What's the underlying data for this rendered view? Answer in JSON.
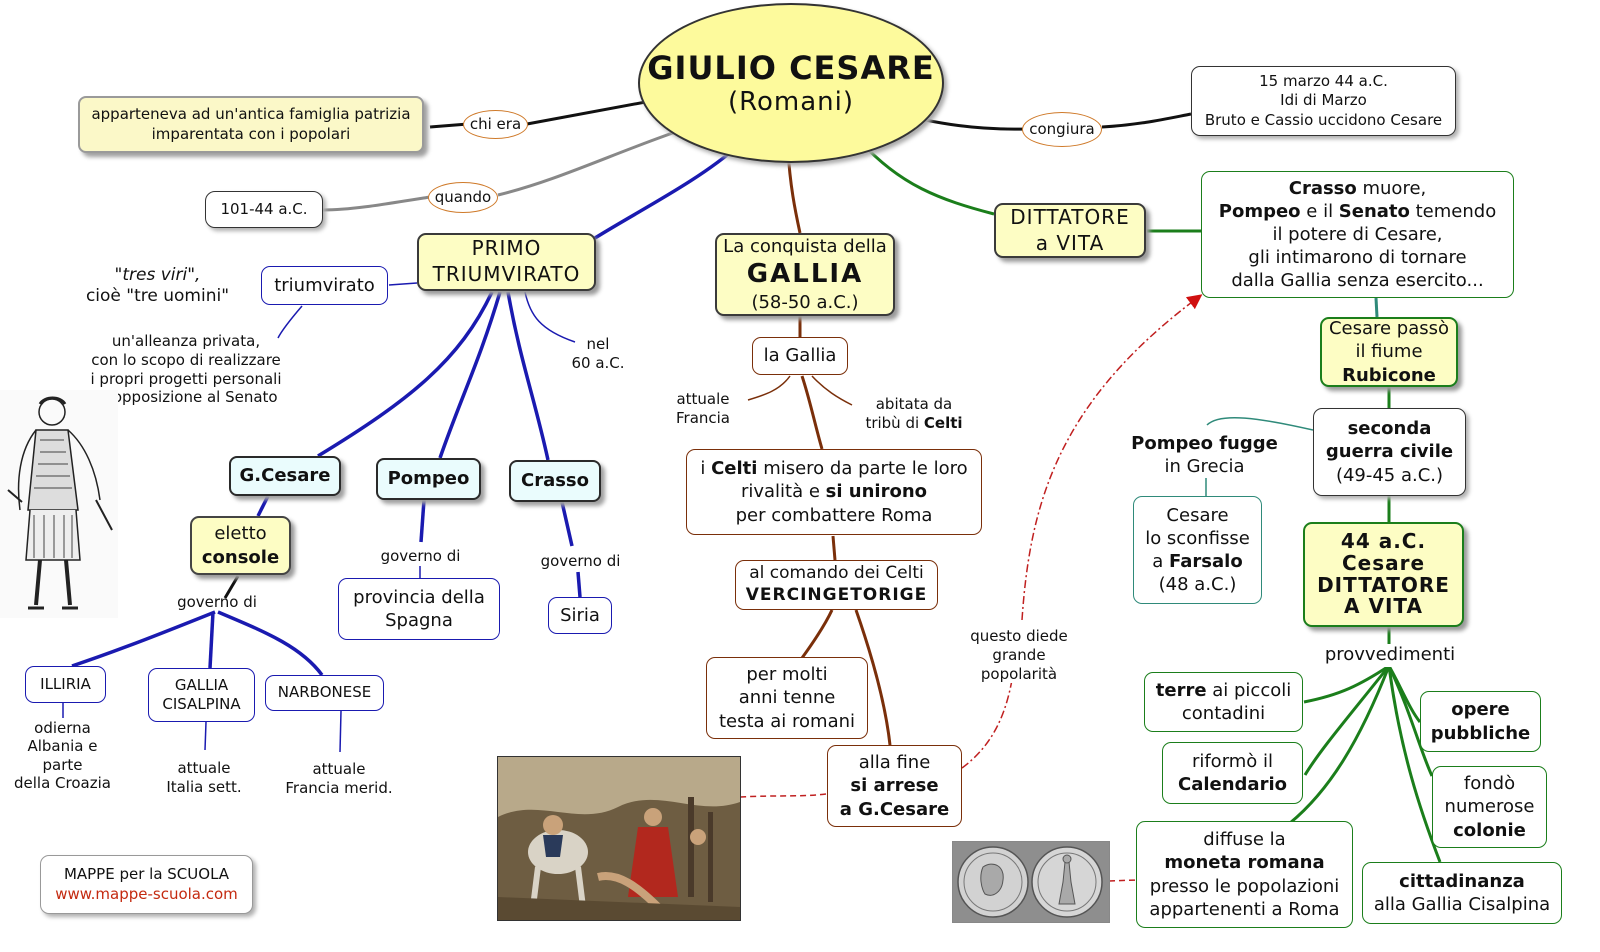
{
  "title": {
    "line1": "GIULIO CESARE",
    "line2": "(Romani)"
  },
  "chi_era": {
    "link": "chi era",
    "text1": "apparteneva ad un'antica famiglia patrizia",
    "text2": "imparentata con i popolari"
  },
  "quando": {
    "link": "quando",
    "text": "101-44 a.C."
  },
  "congiura": {
    "link": "congiura",
    "line1": "15 marzo 44 a.C.",
    "line2": "Idi di Marzo",
    "line3": "Bruto e Cassio uccidono Cesare"
  },
  "triumvirato": {
    "title1": "PRIMO",
    "title2": "TRIUMVIRATO",
    "label": "triumvirato",
    "tres1": "\"tres viri\",",
    "tres2": "cioè \"tre uomini\"",
    "desc": [
      "un'alleanza privata,",
      "con lo scopo di realizzare",
      "i propri progetti personali",
      "in opposizione al Senato"
    ],
    "nel1": "nel",
    "nel2": "60 a.C.",
    "cesare": "G.Cesare",
    "pompeo": "Pompeo",
    "crasso": "Crasso",
    "eletto1": "eletto",
    "eletto2": "console",
    "governo_di": "governo di",
    "illiria": "ILLIRIA",
    "illiria_desc": [
      "odierna",
      "Albania e",
      "parte",
      "della Croazia"
    ],
    "gallia_cis1": "GALLIA",
    "gallia_cis2": "CISALPINA",
    "gallia_cis_desc1": "attuale",
    "gallia_cis_desc2": "Italia sett.",
    "narbonese": "NARBONESE",
    "narbonese_desc1": "attuale",
    "narbonese_desc2": "Francia merid.",
    "pompeo_gov": "governo di",
    "spagna1": "provincia della",
    "spagna2": "Spagna",
    "crasso_gov": "governo di",
    "siria": "Siria"
  },
  "gallia": {
    "title1": "La conquista della",
    "title2": "GALLIA",
    "title3": "(58-50 a.C.)",
    "la_gallia": "la Gallia",
    "francia1": "attuale",
    "francia2": "Francia",
    "abitata1": "abitata da",
    "abitata2a": "tribù di ",
    "abitata2b": "Celti",
    "celti_a": "i ",
    "celti_b": "Celti",
    "celti_c": " misero da parte le loro",
    "celti2a": "rivalità e ",
    "celti2b": "si unirono",
    "celti3": "per combattere Roma",
    "comando1": "al comando dei Celti",
    "comando2": "VERCINGETORIGE",
    "molti1": "per molti",
    "molti2": "anni tenne",
    "molti3": "testa ai romani",
    "fine1": "alla fine",
    "fine2": "si arrese",
    "fine3": "a G.Cesare",
    "popolarita": [
      "questo diede",
      "grande",
      "popolarità"
    ]
  },
  "dittatore": {
    "title1": "DITTATORE",
    "title2": "a VITA",
    "crasso_a": "Crasso",
    "crasso_b": " muore,",
    "pompeo_a": "Pompeo",
    "pompeo_b": " e il ",
    "pompeo_c": "Senato",
    "pompeo_d": " temendo",
    "potere": "il potere di Cesare,",
    "intimarono": "gli intimarono di tornare",
    "dalla": "dalla Gallia senza esercito...",
    "rubicone1": "Cesare passò",
    "rubicone2": "il fiume",
    "rubicone3": "Rubicone",
    "guerra1": "seconda",
    "guerra2": "guerra civile",
    "guerra3": "(49-45 a.C.)",
    "fugge1": "Pompeo fugge",
    "fugge2": "in Grecia",
    "farsalo1": "Cesare",
    "farsalo2": "lo sconfisse",
    "farsalo3a": "a ",
    "farsalo3b": "Farsalo",
    "farsalo4": "(48 a.C.)",
    "anno1": "44 a.C.",
    "anno2": "Cesare",
    "anno3": "DITTATORE",
    "anno4": "A VITA",
    "provvedimenti": "provvedimenti",
    "terre_a": "terre",
    "terre_b": " ai piccoli",
    "terre2": "contadini",
    "calendario1": "riformò il",
    "calendario2": "Calendario",
    "moneta1": "diffuse la",
    "moneta2": "moneta romana",
    "moneta3": "presso le popolazioni",
    "moneta4": "appartenenti a Roma",
    "opere1": "opere",
    "opere2": "pubbliche",
    "colonie1": "fondò",
    "colonie2": "numerose",
    "colonie3": "colonie",
    "citt1": "cittadinanza",
    "citt2": "alla Gallia Cisalpina"
  },
  "credits": {
    "line1": "MAPPE per la SCUOLA",
    "line2": "www.mappe-scuola.com"
  }
}
